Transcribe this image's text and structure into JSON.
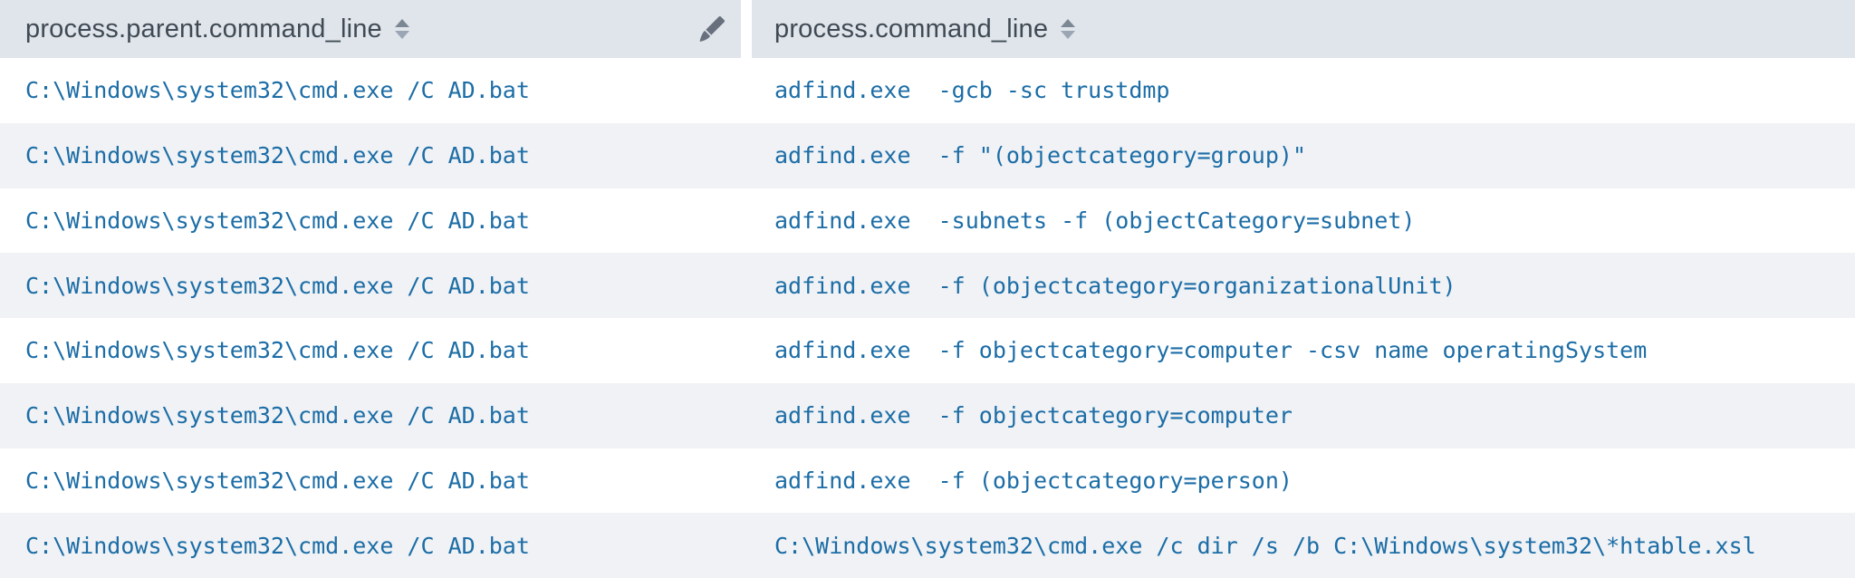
{
  "table": {
    "columns": [
      {
        "label": "process.parent.command_line",
        "sort_icon": "sort-arrows-icon",
        "edit_icon": "brush-icon",
        "sortable": true
      },
      {
        "label": "process.command_line",
        "sort_icon": "sort-arrows-icon",
        "sortable": true
      }
    ],
    "rows": [
      {
        "parent": "C:\\Windows\\system32\\cmd.exe /C AD.bat",
        "command": "adfind.exe  -gcb -sc trustdmp"
      },
      {
        "parent": "C:\\Windows\\system32\\cmd.exe /C AD.bat",
        "command": "adfind.exe  -f \"(objectcategory=group)\""
      },
      {
        "parent": "C:\\Windows\\system32\\cmd.exe /C AD.bat",
        "command": "adfind.exe  -subnets -f (objectCategory=subnet)"
      },
      {
        "parent": "C:\\Windows\\system32\\cmd.exe /C AD.bat",
        "command": "adfind.exe  -f (objectcategory=organizationalUnit)"
      },
      {
        "parent": "C:\\Windows\\system32\\cmd.exe /C AD.bat",
        "command": "adfind.exe  -f objectcategory=computer -csv name operatingSystem"
      },
      {
        "parent": "C:\\Windows\\system32\\cmd.exe /C AD.bat",
        "command": "adfind.exe  -f objectcategory=computer"
      },
      {
        "parent": "C:\\Windows\\system32\\cmd.exe /C AD.bat",
        "command": "adfind.exe  -f (objectcategory=person)"
      },
      {
        "parent": "C:\\Windows\\system32\\cmd.exe /C AD.bat",
        "command": "C:\\Windows\\system32\\cmd.exe /c dir /s /b C:\\Windows\\system32\\*htable.xsl"
      }
    ]
  },
  "colors": {
    "header_background": "#e0e5eb",
    "stripe_row_background": "#f0f2f5",
    "row_background": "#ffffff",
    "header_text": "#404a54",
    "command_text": "#1c6da6",
    "icon_dark": "#7c8794",
    "icon_light": "#9ba5b3"
  }
}
